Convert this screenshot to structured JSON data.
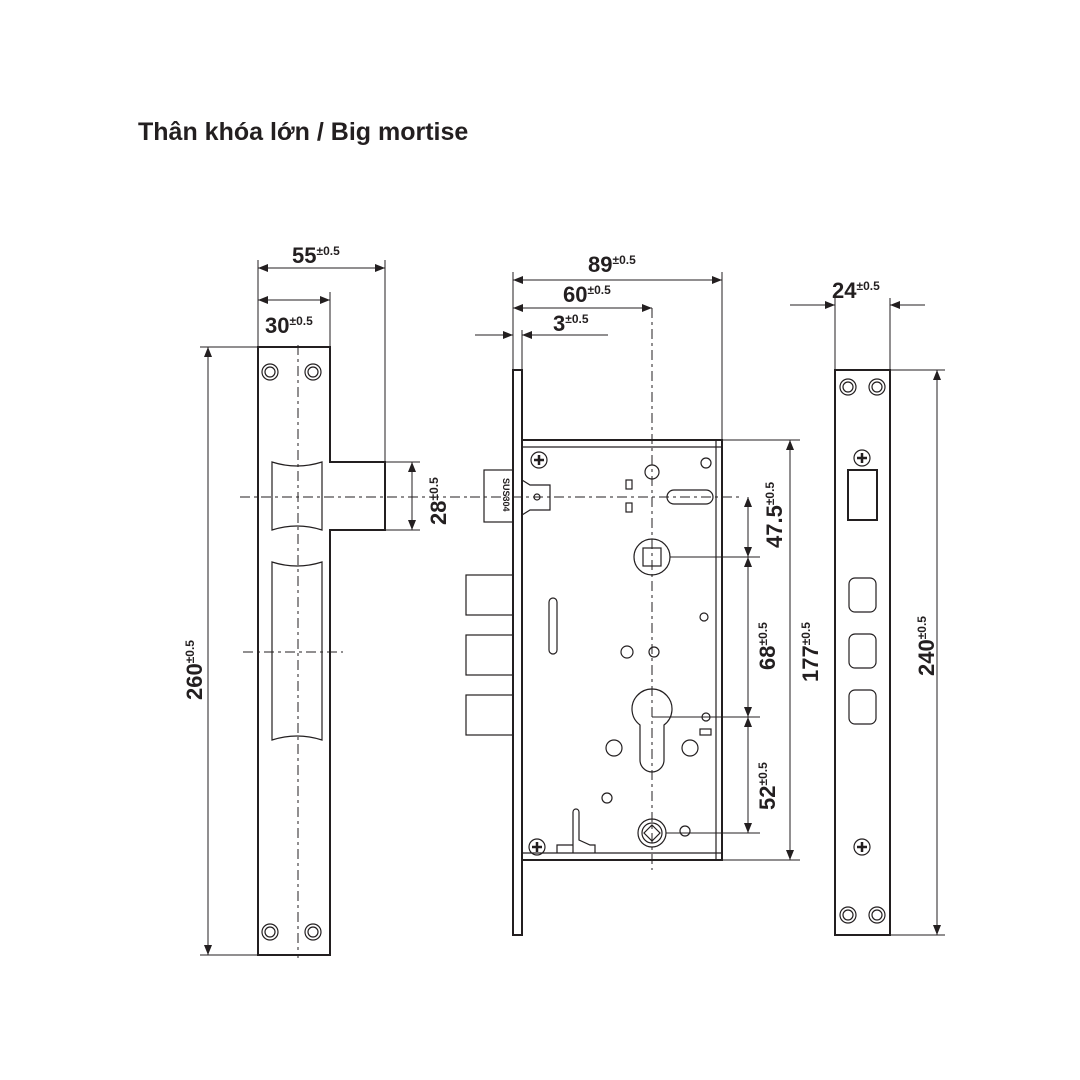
{
  "title": "Thân khóa lớn  / Big mortise",
  "material_label": "SUS304",
  "tolerance": "±0.5",
  "dimensions": {
    "strike_width": "55",
    "strike_inner_width": "30",
    "strike_height": "260",
    "strike_opening": "28",
    "case_depth": "89",
    "backset": "60",
    "faceplate_thickness": "3",
    "latch_to_spindle": "47.5",
    "spindle_to_cylinder": "68",
    "overall_case": "177",
    "cylinder_to_lower": "52",
    "faceplate_width": "24",
    "faceplate_height": "240"
  }
}
